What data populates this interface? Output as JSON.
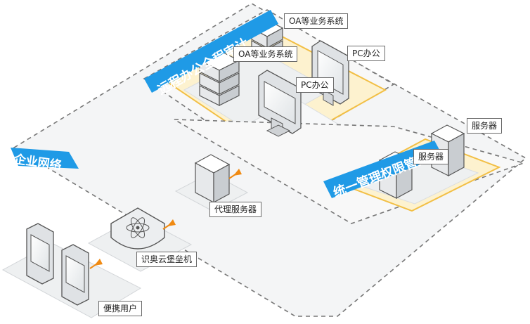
{
  "zones": {
    "remote_audit": "远程办公全程审计",
    "enterprise_network": "企业网络",
    "permission_control": "统一管理权限管控"
  },
  "devices": {
    "oa_system_back": "OA等业务系统",
    "oa_system_front": "OA等业务系统",
    "pc_office_back": "PC办公",
    "pc_office_front": "PC办公",
    "server_back": "服务器",
    "server_front": "服务器",
    "proxy_server": "代理服务器",
    "bastion_host": "识奥云堡垒机",
    "mobile_user": "便携用户"
  },
  "colors": {
    "zone_blue": "#1f9ae6",
    "highlight_yellow": "#f5c64f",
    "arrow_orange": "#f08a12",
    "dashed_border": "#777777"
  }
}
